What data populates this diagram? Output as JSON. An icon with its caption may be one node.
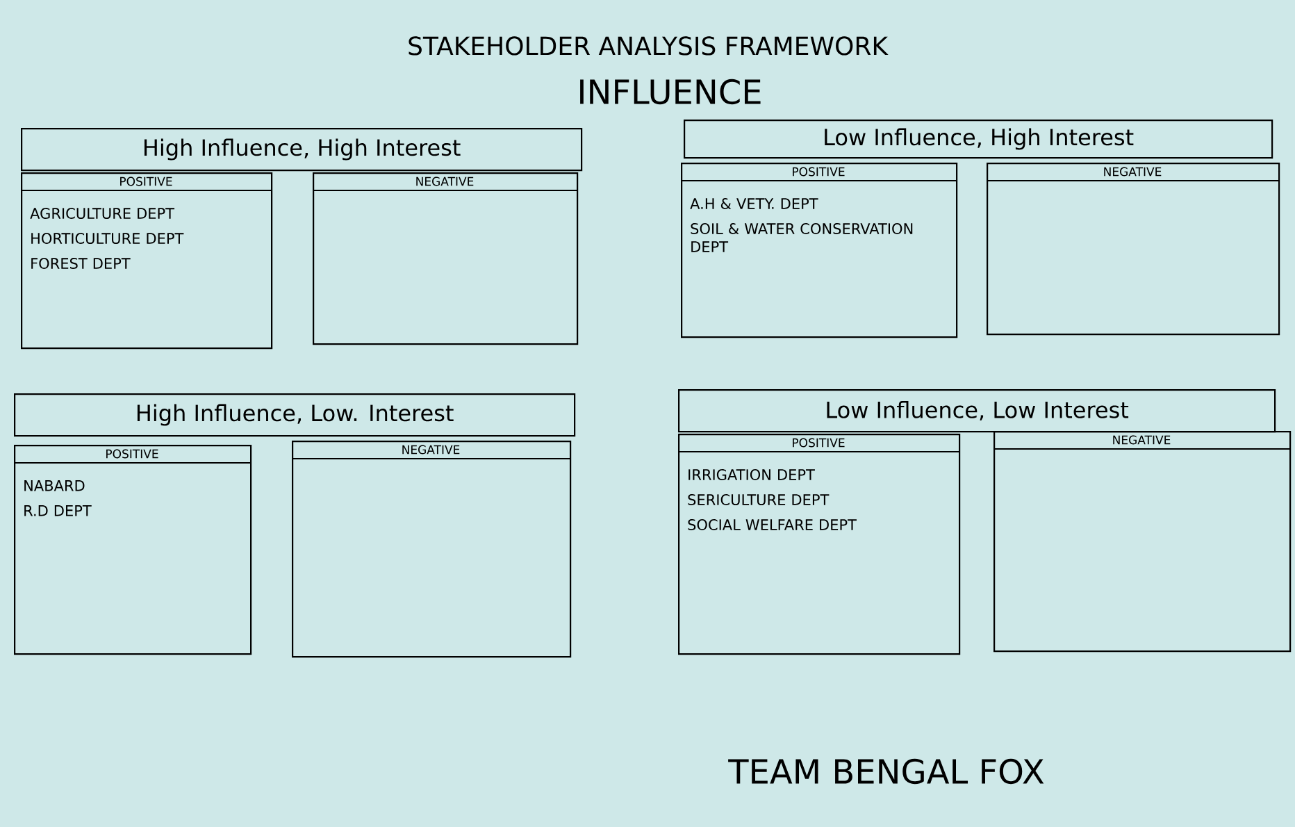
{
  "diagram": {
    "title": "STAKEHOLDER ANALYSIS FRAMEWORK",
    "nodes": [
      {
        "text": [
          "High Influence, High Interest"
        ]
      },
      {
        "text": [
          "POSITIVE",
          "AGRICULTURE DEPT",
          "HORTICULTURE DEPT",
          "FOREST DEPT"
        ]
      },
      {
        "text": [
          "NEGATIVE"
        ]
      },
      {
        "text": [
          "Low Influence, High Interest"
        ]
      },
      {
        "text": [
          "POSITIVE",
          "A.H & VETY. DEPT",
          "SOIL & WATER CONSERVATION DEPT"
        ]
      },
      {
        "text": [
          "NEGATIVE"
        ]
      },
      {
        "text": [
          "High Influence, Low. Interest"
        ]
      },
      {
        "text": [
          "POSITIVE",
          "NABARD",
          "R.D DEPT"
        ]
      },
      {
        "text": [
          "NEGATIVE"
        ]
      },
      {
        "text": [
          "Low Influence, Low Interest"
        ]
      },
      {
        "text": [
          "POSITIVE",
          "IRRIGATION DEPT",
          "SERICULTURE DEPT",
          "SOCIAL WELFARE DEPT"
        ]
      },
      {
        "text": [
          "NEGATIVE"
        ]
      }
    ],
    "labels": [
      "INFLUENCE",
      "TEAM BENGAL FOX"
    ]
  }
}
